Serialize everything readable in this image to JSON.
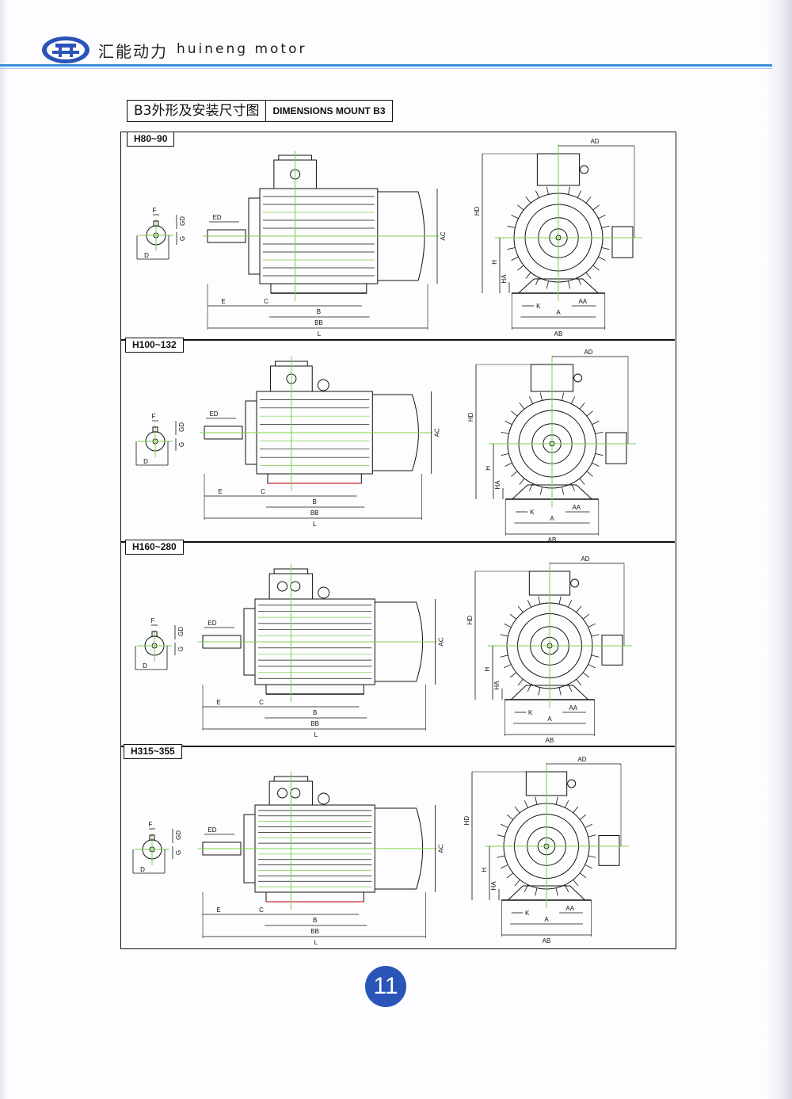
{
  "header": {
    "brand_cn": "汇能动力",
    "brand_en": "huineng motor",
    "logo": "huineng-logo-icon"
  },
  "section": {
    "title_cn": "B3外形及安装尺寸图",
    "title_en": "DIMENSIONS MOUNT B3"
  },
  "panels": [
    {
      "label": "H80~90"
    },
    {
      "label": "H100~132"
    },
    {
      "label": "H160~280"
    },
    {
      "label": "H315~355"
    }
  ],
  "dimension_labels": {
    "F": "F",
    "GD": "GD",
    "G": "G",
    "D": "D",
    "ED": "ED",
    "E": "E",
    "C": "C",
    "B": "B",
    "BB": "BB",
    "L": "L",
    "AC": "AC",
    "AD": "AD",
    "HD": "HD",
    "H": "H",
    "HA": "HA",
    "K": "K",
    "AA": "AA",
    "A": "A",
    "AB": "AB"
  },
  "page_number": "11",
  "colors": {
    "accent_blue": "#3a8fd8",
    "page_badge": "#2a54b8",
    "centerline_green": "#7cd24a",
    "base_red": "#d24a4a"
  }
}
